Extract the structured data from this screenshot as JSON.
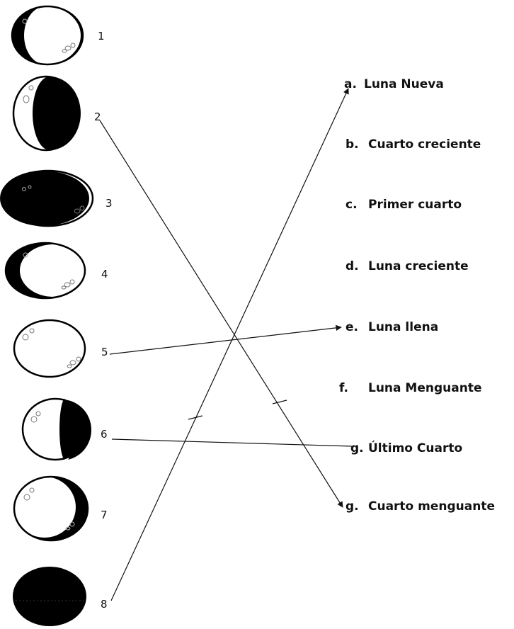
{
  "phases": [
    {
      "label": "1",
      "icon": "moon-phase-icon"
    },
    {
      "label": "2",
      "icon": "moon-phase-icon"
    },
    {
      "label": "3",
      "icon": "moon-phase-icon"
    },
    {
      "label": "4",
      "icon": "moon-phase-icon"
    },
    {
      "label": "5",
      "icon": "moon-phase-icon"
    },
    {
      "label": "6",
      "icon": "moon-phase-icon"
    },
    {
      "label": "7",
      "icon": "moon-phase-icon"
    },
    {
      "label": "8",
      "icon": "moon-phase-icon"
    }
  ],
  "options": [
    {
      "letter": "a.",
      "text": "Luna Nueva"
    },
    {
      "letter": "b.",
      "text": "Cuarto creciente"
    },
    {
      "letter": "c.",
      "text": "Primer cuarto"
    },
    {
      "letter": "d.",
      "text": "Luna creciente"
    },
    {
      "letter": "e.",
      "text": "Luna llena"
    },
    {
      "letter": "f.",
      "text": "Luna Menguante"
    },
    {
      "letter": "g.",
      "text": "Último Cuarto"
    },
    {
      "letter": "g.",
      "text": "Cuarto menguante"
    }
  ],
  "connections": [
    {
      "from": "8",
      "to": "a."
    },
    {
      "from": "2",
      "to": "g. Cuarto menguante"
    },
    {
      "from": "5",
      "to": "e."
    },
    {
      "from": "6",
      "to": "g. Último Cuarto"
    }
  ],
  "colors": {
    "ink": "#000000",
    "background": "#ffffff"
  }
}
